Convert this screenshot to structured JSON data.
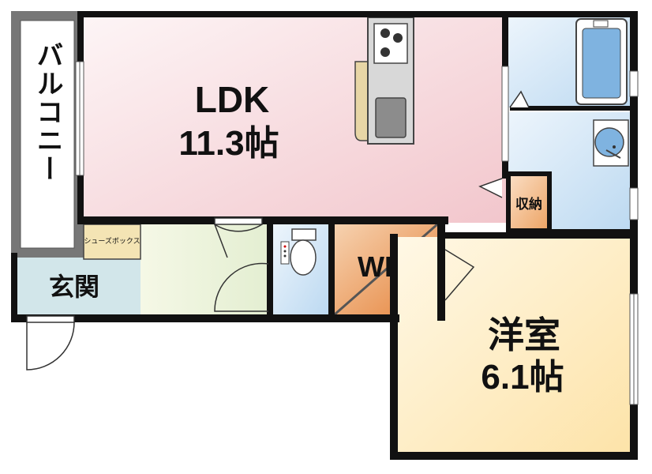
{
  "rooms": {
    "balcony": "バルコニー",
    "ldk": {
      "name": "LDK",
      "size": "11.3帖"
    },
    "genkan": "玄関",
    "wic": "WIC",
    "storage": "収納",
    "shoebox": "シューズボックス",
    "western": {
      "name": "洋室",
      "size": "6.1帖"
    }
  },
  "colors": {
    "wall": "#111111",
    "ldk_floor": "#f6d2d6",
    "western_floor": "#fdeab8",
    "wet_area": "#c9e2f4",
    "hall_floor": "#eaf3d6",
    "genkan_floor": "#d2e6ea",
    "wic_floor": "#e89a55",
    "balcony_border": "#555555"
  },
  "icons": [
    "stove-icon",
    "sink-icon",
    "bathtub-icon",
    "washbasin-icon",
    "toilet-icon",
    "door-swing-icon",
    "window-icon"
  ]
}
